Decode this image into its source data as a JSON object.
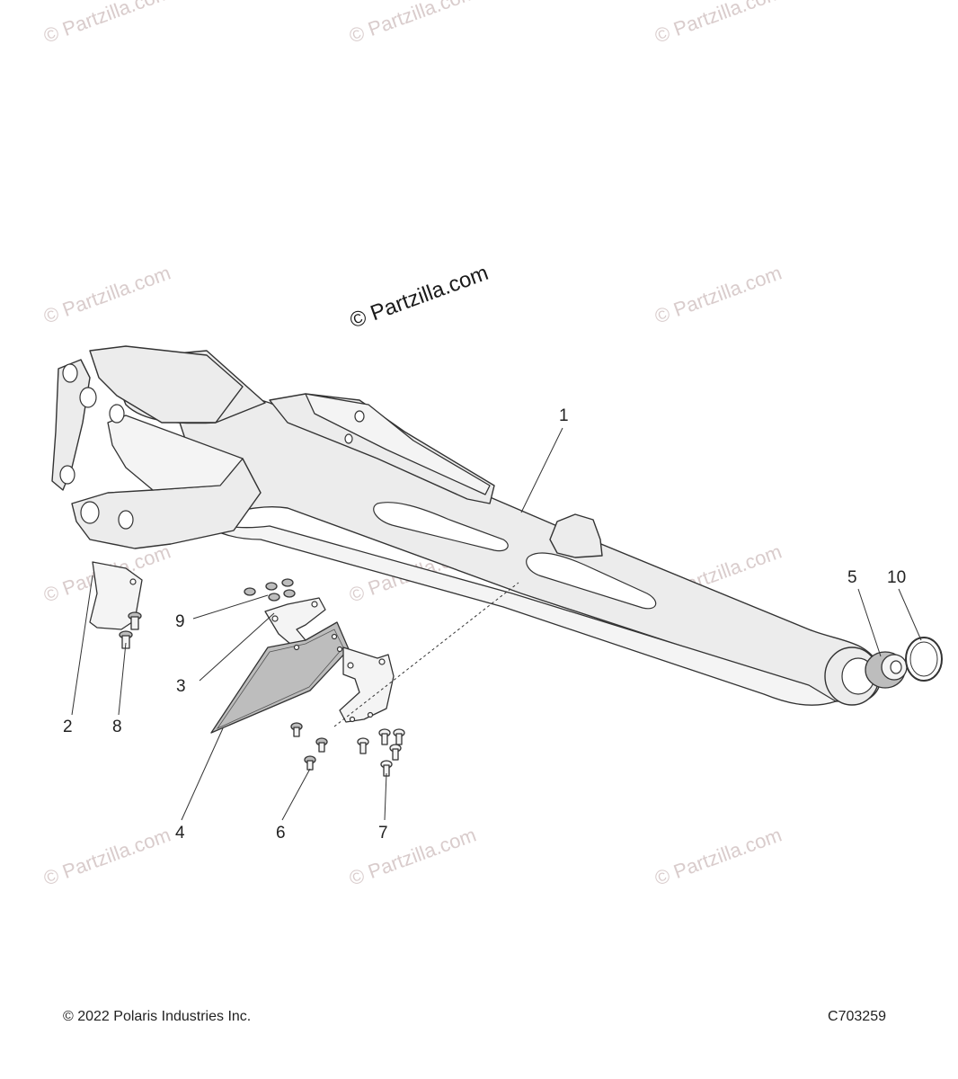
{
  "watermarks": {
    "text": "© Partzilla.com",
    "main": "© Partzilla.com"
  },
  "callouts": [
    {
      "id": "1",
      "label": "1"
    },
    {
      "id": "2",
      "label": "2"
    },
    {
      "id": "3",
      "label": "3"
    },
    {
      "id": "4",
      "label": "4"
    },
    {
      "id": "5",
      "label": "5"
    },
    {
      "id": "6",
      "label": "6"
    },
    {
      "id": "7",
      "label": "7"
    },
    {
      "id": "8",
      "label": "8"
    },
    {
      "id": "9",
      "label": "9"
    },
    {
      "id": "10",
      "label": "10"
    }
  ],
  "footer": {
    "copyright": "© 2022 Polaris Industries Inc.",
    "code": "C703259"
  }
}
